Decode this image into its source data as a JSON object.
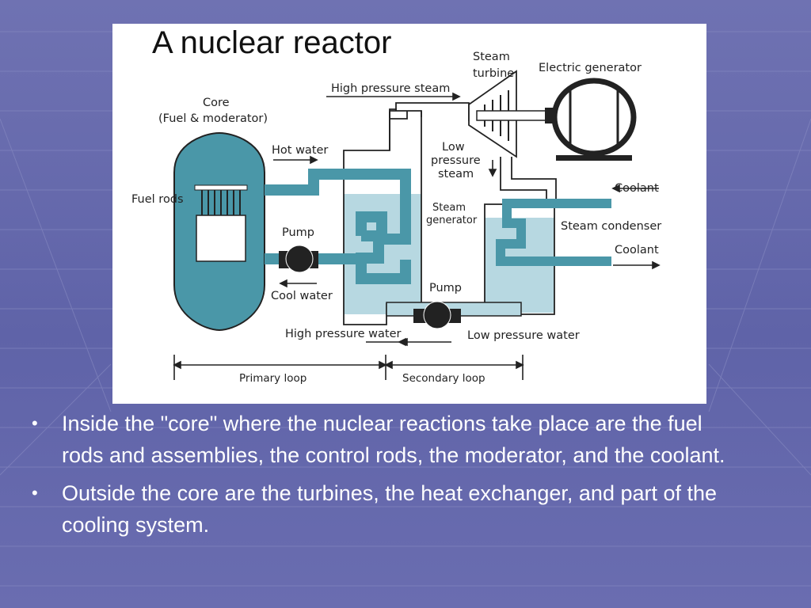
{
  "slide": {
    "title": "A nuclear reactor",
    "bullets": [
      "Inside the \"core\" where the nuclear reactions take place are the fuel rods and assemblies, the control rods, the moderator, and the coolant.",
      "Outside the core are the turbines, the heat exchanger, and part of the cooling system."
    ]
  },
  "diagram": {
    "labels": {
      "core_line1": "Core",
      "core_line2": "(Fuel & moderator)",
      "fuel_rods": "Fuel rods",
      "hot_water": "Hot water",
      "pump_primary": "Pump",
      "cool_water": "Cool water",
      "high_pressure_steam": "High pressure steam",
      "steam_turbine_line1": "Steam",
      "steam_turbine_line2": "turbine",
      "electric_generator": "Electric generator",
      "low_pressure_steam_line1": "Low",
      "low_pressure_steam_line2": "pressure",
      "low_pressure_steam_line3": "steam",
      "steam_generator_line1": "Steam",
      "steam_generator_line2": "generator",
      "coolant_in": "Coolant",
      "steam_condenser": "Steam condenser",
      "coolant_out": "Coolant",
      "pump_secondary": "Pump",
      "high_pressure_water": "High pressure water",
      "low_pressure_water": "Low pressure water",
      "primary_loop": "Primary loop",
      "secondary_loop": "Secondary loop"
    }
  },
  "colors": {
    "background": "#6569ab",
    "pipe": "#4a97a8",
    "water": "#b7d8e1",
    "dark": "#222222"
  }
}
